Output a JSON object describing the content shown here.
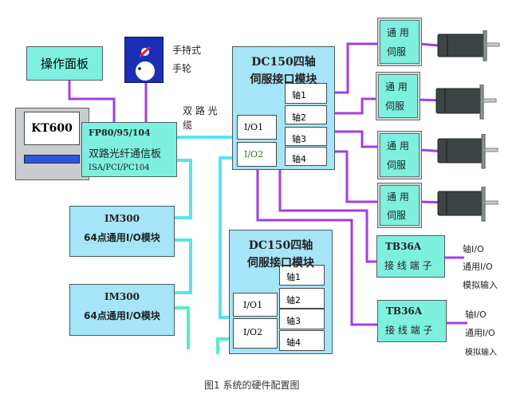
{
  "operator_panel": {
    "label": "操作面板"
  },
  "handwheel": {
    "label_line1": "手持式",
    "label_line2": "手轮"
  },
  "kt600": {
    "label": "KT600"
  },
  "fiber_board": {
    "line1": "FP80/95/104",
    "line2": "双路光纤通信板",
    "line3": "ISA/PCI/PC104"
  },
  "fiber_cable": {
    "label_line1": "双 路 光",
    "label_line2": "缆"
  },
  "dc150_top": {
    "title_line1": "DC150四轴",
    "title_line2": "伺服接口模块",
    "axes": [
      "轴1",
      "轴2",
      "轴3",
      "轴4"
    ],
    "io": [
      "I/O1",
      "I/O2"
    ]
  },
  "dc150_bottom": {
    "title_line1": "DC150四轴",
    "title_line2": "伺服接口模块",
    "axes": [
      "轴1",
      "轴2",
      "轴3",
      "轴4"
    ],
    "io": [
      "I/O1",
      "I/O2"
    ]
  },
  "im300": [
    {
      "line1": "IM300",
      "line2": "64点通用I/O模块"
    },
    {
      "line1": "IM300",
      "line2": "64点通用I/O模块"
    }
  ],
  "servos": [
    {
      "line1": "通 用",
      "line2": "伺服"
    },
    {
      "line1": "通 用",
      "line2": "伺服"
    },
    {
      "line1": "通 用",
      "line2": "伺服"
    },
    {
      "line1": "通 用",
      "line2": "伺服"
    }
  ],
  "terminals": [
    {
      "line1": "TB36A",
      "line2": "接 线 端 子",
      "outputs": [
        "轴I/O",
        "通用I/O",
        "模拟输入"
      ]
    },
    {
      "line1": "TB36A",
      "line2": "接 线 端 子",
      "outputs": [
        "轴I/O",
        "通用I/O",
        "模拟输入"
      ]
    }
  ],
  "caption": "图1  系统的硬件配置图",
  "colors": {
    "purple_wire": "#a23ee0",
    "cyan_wire": "#57e4f4",
    "green_wire": "#55efc4",
    "teal_box": "#7ef0e0",
    "blue_box": "#a6e4f7",
    "handwheel_bg": "#1a2fb5"
  }
}
